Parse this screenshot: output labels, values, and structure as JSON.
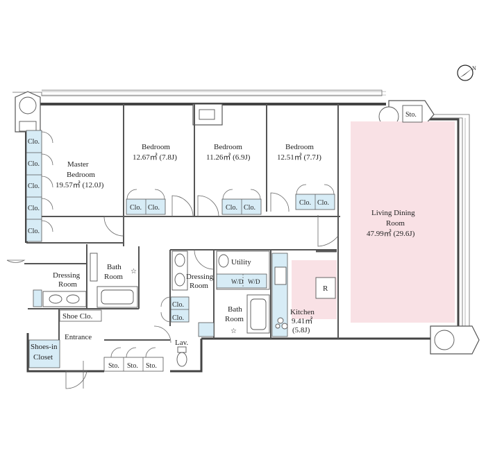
{
  "compass": {
    "label": "N"
  },
  "rooms": {
    "master": {
      "line1": "Master",
      "line2": "Bedroom",
      "area": "19.57㎡ (12.0J)"
    },
    "bed1": {
      "name": "Bedroom",
      "area": "12.67㎡ (7.8J)"
    },
    "bed2": {
      "name": "Bedroom",
      "area": "11.26㎡ (6.9J)"
    },
    "bed3": {
      "name": "Bedroom",
      "area": "12.51㎡ (7.7J)"
    },
    "living": {
      "line1": "Living Dining",
      "line2": "Room",
      "area": "47.99㎡ (29.6J)"
    },
    "kitchen": {
      "name": "Kitchen",
      "area": "9.41㎡",
      "tatami": "(5.8J)"
    },
    "dressing1": {
      "line1": "Dressing",
      "line2": "Room"
    },
    "dressing2": {
      "line1": "Dressing",
      "line2": "Room"
    },
    "bath1": {
      "line1": "Bath",
      "line2": "Room"
    },
    "bath2": {
      "line1": "Bath",
      "line2": "Room"
    },
    "utility": {
      "name": "Utility"
    },
    "wd": {
      "label1": "W/D",
      "label2": "W/D"
    },
    "entrance": {
      "name": "Entrance"
    },
    "shoe_clo": {
      "name": "Shoe Clo."
    },
    "shoes_in_closet": {
      "line1": "Shoes-in",
      "line2": "Closet"
    },
    "lav": {
      "name": "Lav."
    },
    "fridge": {
      "name": "R"
    }
  },
  "closets": {
    "master": [
      "Clo.",
      "Clo.",
      "Clo.",
      "Clo.",
      "Clo."
    ],
    "bed1": [
      "Clo.",
      "Clo."
    ],
    "bed2": [
      "Clo.",
      "Clo."
    ],
    "bed3": [
      "Clo.",
      "Clo."
    ],
    "dressing2": [
      "Clo.",
      "Clo."
    ]
  },
  "storage": {
    "hall": [
      "Sto.",
      "Sto.",
      "Sto."
    ],
    "balcony": "Sto."
  }
}
